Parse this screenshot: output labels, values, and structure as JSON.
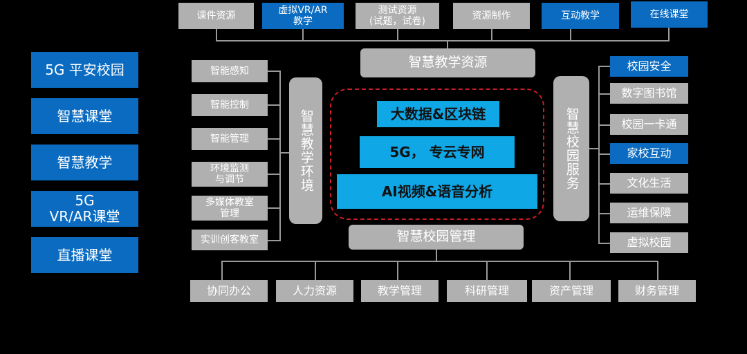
{
  "left_column": [
    "5G 平安校园",
    "智慧课堂",
    "智慧教学",
    "5G\nVR/AR课堂",
    "直播课堂"
  ],
  "top_resources": [
    {
      "label": "课件资源",
      "style": "gray"
    },
    {
      "label": "虚拟VR/AR\n教学",
      "style": "blue"
    },
    {
      "label": "测试资源\n(试题，试卷)",
      "style": "gray"
    },
    {
      "label": "资源制作",
      "style": "gray"
    },
    {
      "label": "互动教学",
      "style": "blue"
    },
    {
      "label": "在线课堂",
      "style": "blue"
    }
  ],
  "hub_top": "智慧教学资源",
  "hub_bottom": "智慧校园管理",
  "environment": {
    "title": "智慧教学环境",
    "items": [
      "智能感知",
      "智能控制",
      "智能管理",
      "环境监测\n与调节",
      "多媒体教室\n管理",
      "实训创客教室"
    ]
  },
  "service": {
    "title": "智慧校园服务",
    "items": [
      {
        "label": "校园安全",
        "style": "blue"
      },
      {
        "label": "数字图书馆",
        "style": "gray"
      },
      {
        "label": "校园一卡通",
        "style": "gray"
      },
      {
        "label": "家校互动",
        "style": "blue"
      },
      {
        "label": "文化生活",
        "style": "gray"
      },
      {
        "label": "运维保障",
        "style": "gray"
      },
      {
        "label": "虚拟校园",
        "style": "gray"
      }
    ]
  },
  "core": [
    "大数据&区块链",
    "5G， 专云专网",
    "AI视频&语音分析"
  ],
  "management": [
    "协同办公",
    "人力资源",
    "教学管理",
    "科研管理",
    "资产管理",
    "财务管理"
  ]
}
